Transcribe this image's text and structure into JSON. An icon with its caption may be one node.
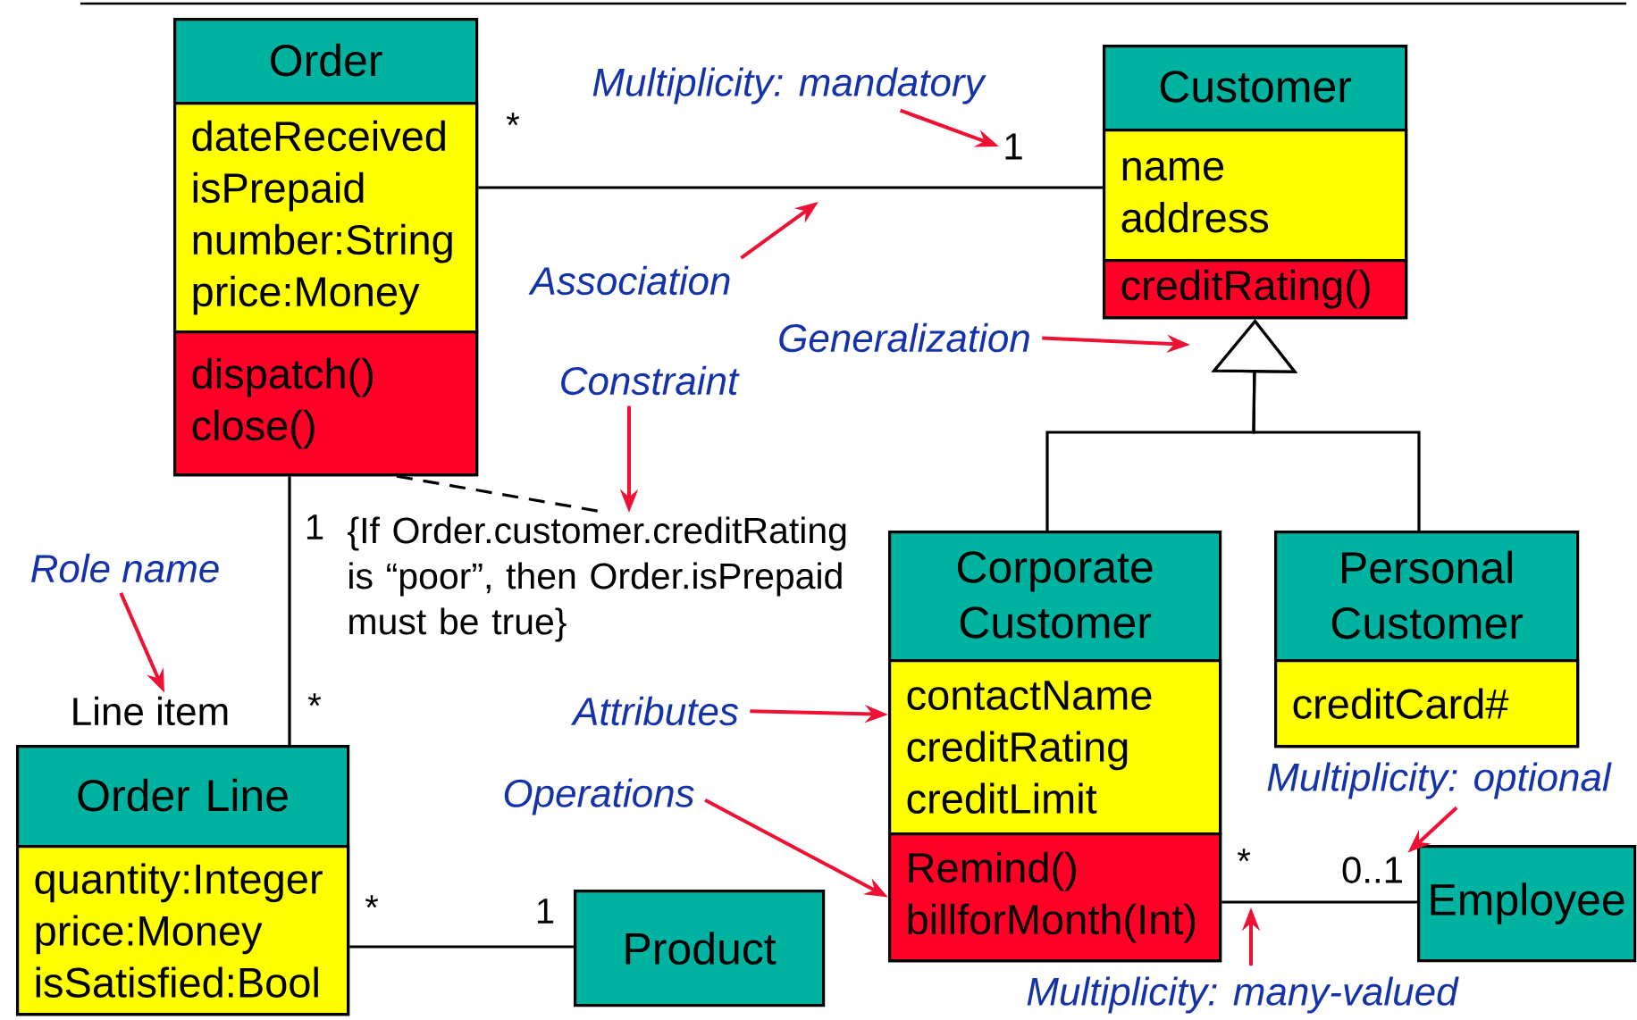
{
  "diagram": {
    "nodes": [
      {
        "text": [
          "Order"
        ]
      },
      {
        "text": [
          "dateReceived",
          "isPrepaid",
          "number:String",
          "price:Money"
        ],
        "in": 0
      },
      {
        "text": [
          "dispatch()",
          "close()"
        ],
        "in": 0
      },
      {
        "text": [
          "Customer"
        ]
      },
      {
        "text": [
          "name",
          "address"
        ],
        "in": 3
      },
      {
        "text": [
          "creditRating()"
        ],
        "in": 3
      },
      {
        "text": [
          "Corporate Customer"
        ]
      },
      {
        "text": [
          "contactName",
          "creditRating",
          "creditLimit"
        ],
        "in": 6
      },
      {
        "text": [
          "Remind()",
          "billforMonth(Int)"
        ],
        "in": 6
      },
      {
        "text": [
          "Personal Customer"
        ]
      },
      {
        "text": [
          "creditCard#"
        ],
        "in": 9
      },
      {
        "text": [
          "Order Line"
        ]
      },
      {
        "text": [
          "quantity:Integer",
          "price:Money",
          "isSatisfied:Bool"
        ],
        "in": 11
      },
      {
        "text": [
          "Product"
        ]
      },
      {
        "text": [
          "Employee"
        ]
      },
      {
        "text": [
          "{If Order.customer.creditRating is “poor”, then Order.isPrepaid must be true}"
        ]
      },
      {
        "text": [
          "Line item"
        ]
      },
      {
        "text": [
          "1"
        ]
      },
      {
        "text": [
          "0..1"
        ]
      },
      {
        "text": [
          "Multiplicity: mandatory"
        ]
      },
      {
        "text": [
          "Association"
        ]
      },
      {
        "text": [
          "Generalization"
        ]
      },
      {
        "text": [
          "Constraint"
        ]
      },
      {
        "text": [
          "Role name"
        ]
      },
      {
        "text": [
          "Attributes"
        ]
      },
      {
        "text": [
          "Operations"
        ]
      },
      {
        "text": [
          "Multiplicity: optional"
        ]
      },
      {
        "text": [
          "Multiplicity: many-valued"
        ]
      }
    ],
    "edges": [
      {
        "from": 0,
        "to": 3,
        "arrow": "none",
        "color": "#000000"
      },
      {
        "from": 6,
        "to": 3,
        "arrow": "to",
        "color": "#000000"
      },
      {
        "from": 9,
        "to": 3,
        "arrow": "to",
        "color": "#000000"
      },
      {
        "from": 0,
        "to": 11,
        "arrow": "none",
        "color": "#000000"
      },
      {
        "from": 11,
        "to": 13,
        "arrow": "none",
        "color": "#000000"
      },
      {
        "from": 6,
        "to": 14,
        "arrow": "none",
        "color": "#000000"
      },
      {
        "from": 0,
        "to": 15,
        "arrow": "none",
        "style": "dashed",
        "color": "#000000"
      },
      {
        "from": 19,
        "to": 17,
        "arrow": "to",
        "color": "#ee1133"
      },
      {
        "from": 20,
        "to": null,
        "arrow": "to",
        "color": "#ee1133"
      },
      {
        "from": 21,
        "to": null,
        "arrow": "to",
        "color": "#ee1133"
      },
      {
        "from": 22,
        "to": 15,
        "arrow": "to",
        "color": "#ee1133"
      },
      {
        "from": 23,
        "to": 16,
        "arrow": "to",
        "color": "#ee1133"
      },
      {
        "from": 24,
        "to": 7,
        "arrow": "to",
        "color": "#ee1133"
      },
      {
        "from": 25,
        "to": 8,
        "arrow": "to",
        "color": "#ee1133"
      },
      {
        "from": 26,
        "to": 18,
        "arrow": "to",
        "color": "#ee1133"
      },
      {
        "from": 27,
        "to": null,
        "arrow": "to",
        "color": "#ee1133"
      }
    ],
    "labels": [
      "*",
      "1",
      "*",
      "*",
      "1",
      "*"
    ]
  }
}
